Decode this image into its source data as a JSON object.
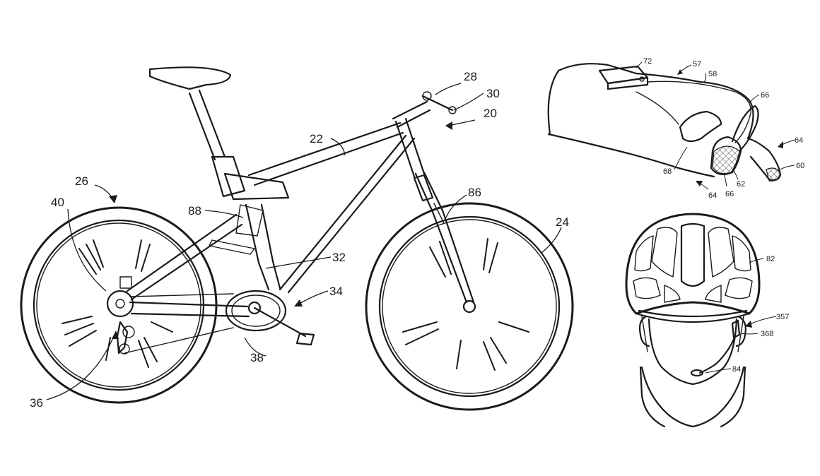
{
  "figures": {
    "bicycle": {
      "labels": [
        {
          "id": "l20",
          "text": "20"
        },
        {
          "id": "l22",
          "text": "22"
        },
        {
          "id": "l24",
          "text": "24"
        },
        {
          "id": "l26",
          "text": "26"
        },
        {
          "id": "l28",
          "text": "28"
        },
        {
          "id": "l30",
          "text": "30"
        },
        {
          "id": "l32",
          "text": "32"
        },
        {
          "id": "l34",
          "text": "34"
        },
        {
          "id": "l36",
          "text": "36"
        },
        {
          "id": "l38",
          "text": "38"
        },
        {
          "id": "l40",
          "text": "40"
        },
        {
          "id": "l86",
          "text": "86"
        },
        {
          "id": "l88",
          "text": "88"
        }
      ]
    },
    "hand": {
      "labels": [
        {
          "id": "l57",
          "text": "57"
        },
        {
          "id": "l58",
          "text": "58"
        },
        {
          "id": "l60",
          "text": "60"
        },
        {
          "id": "l62",
          "text": "62"
        },
        {
          "id": "l64a",
          "text": "64"
        },
        {
          "id": "l64b",
          "text": "64"
        },
        {
          "id": "l66a",
          "text": "66"
        },
        {
          "id": "l66b",
          "text": "66"
        },
        {
          "id": "l68",
          "text": "68"
        },
        {
          "id": "l72",
          "text": "72"
        }
      ]
    },
    "helmet": {
      "labels": [
        {
          "id": "l82",
          "text": "82"
        },
        {
          "id": "l84",
          "text": "84"
        },
        {
          "id": "l357",
          "text": "357"
        },
        {
          "id": "l368",
          "text": "368"
        }
      ]
    }
  }
}
